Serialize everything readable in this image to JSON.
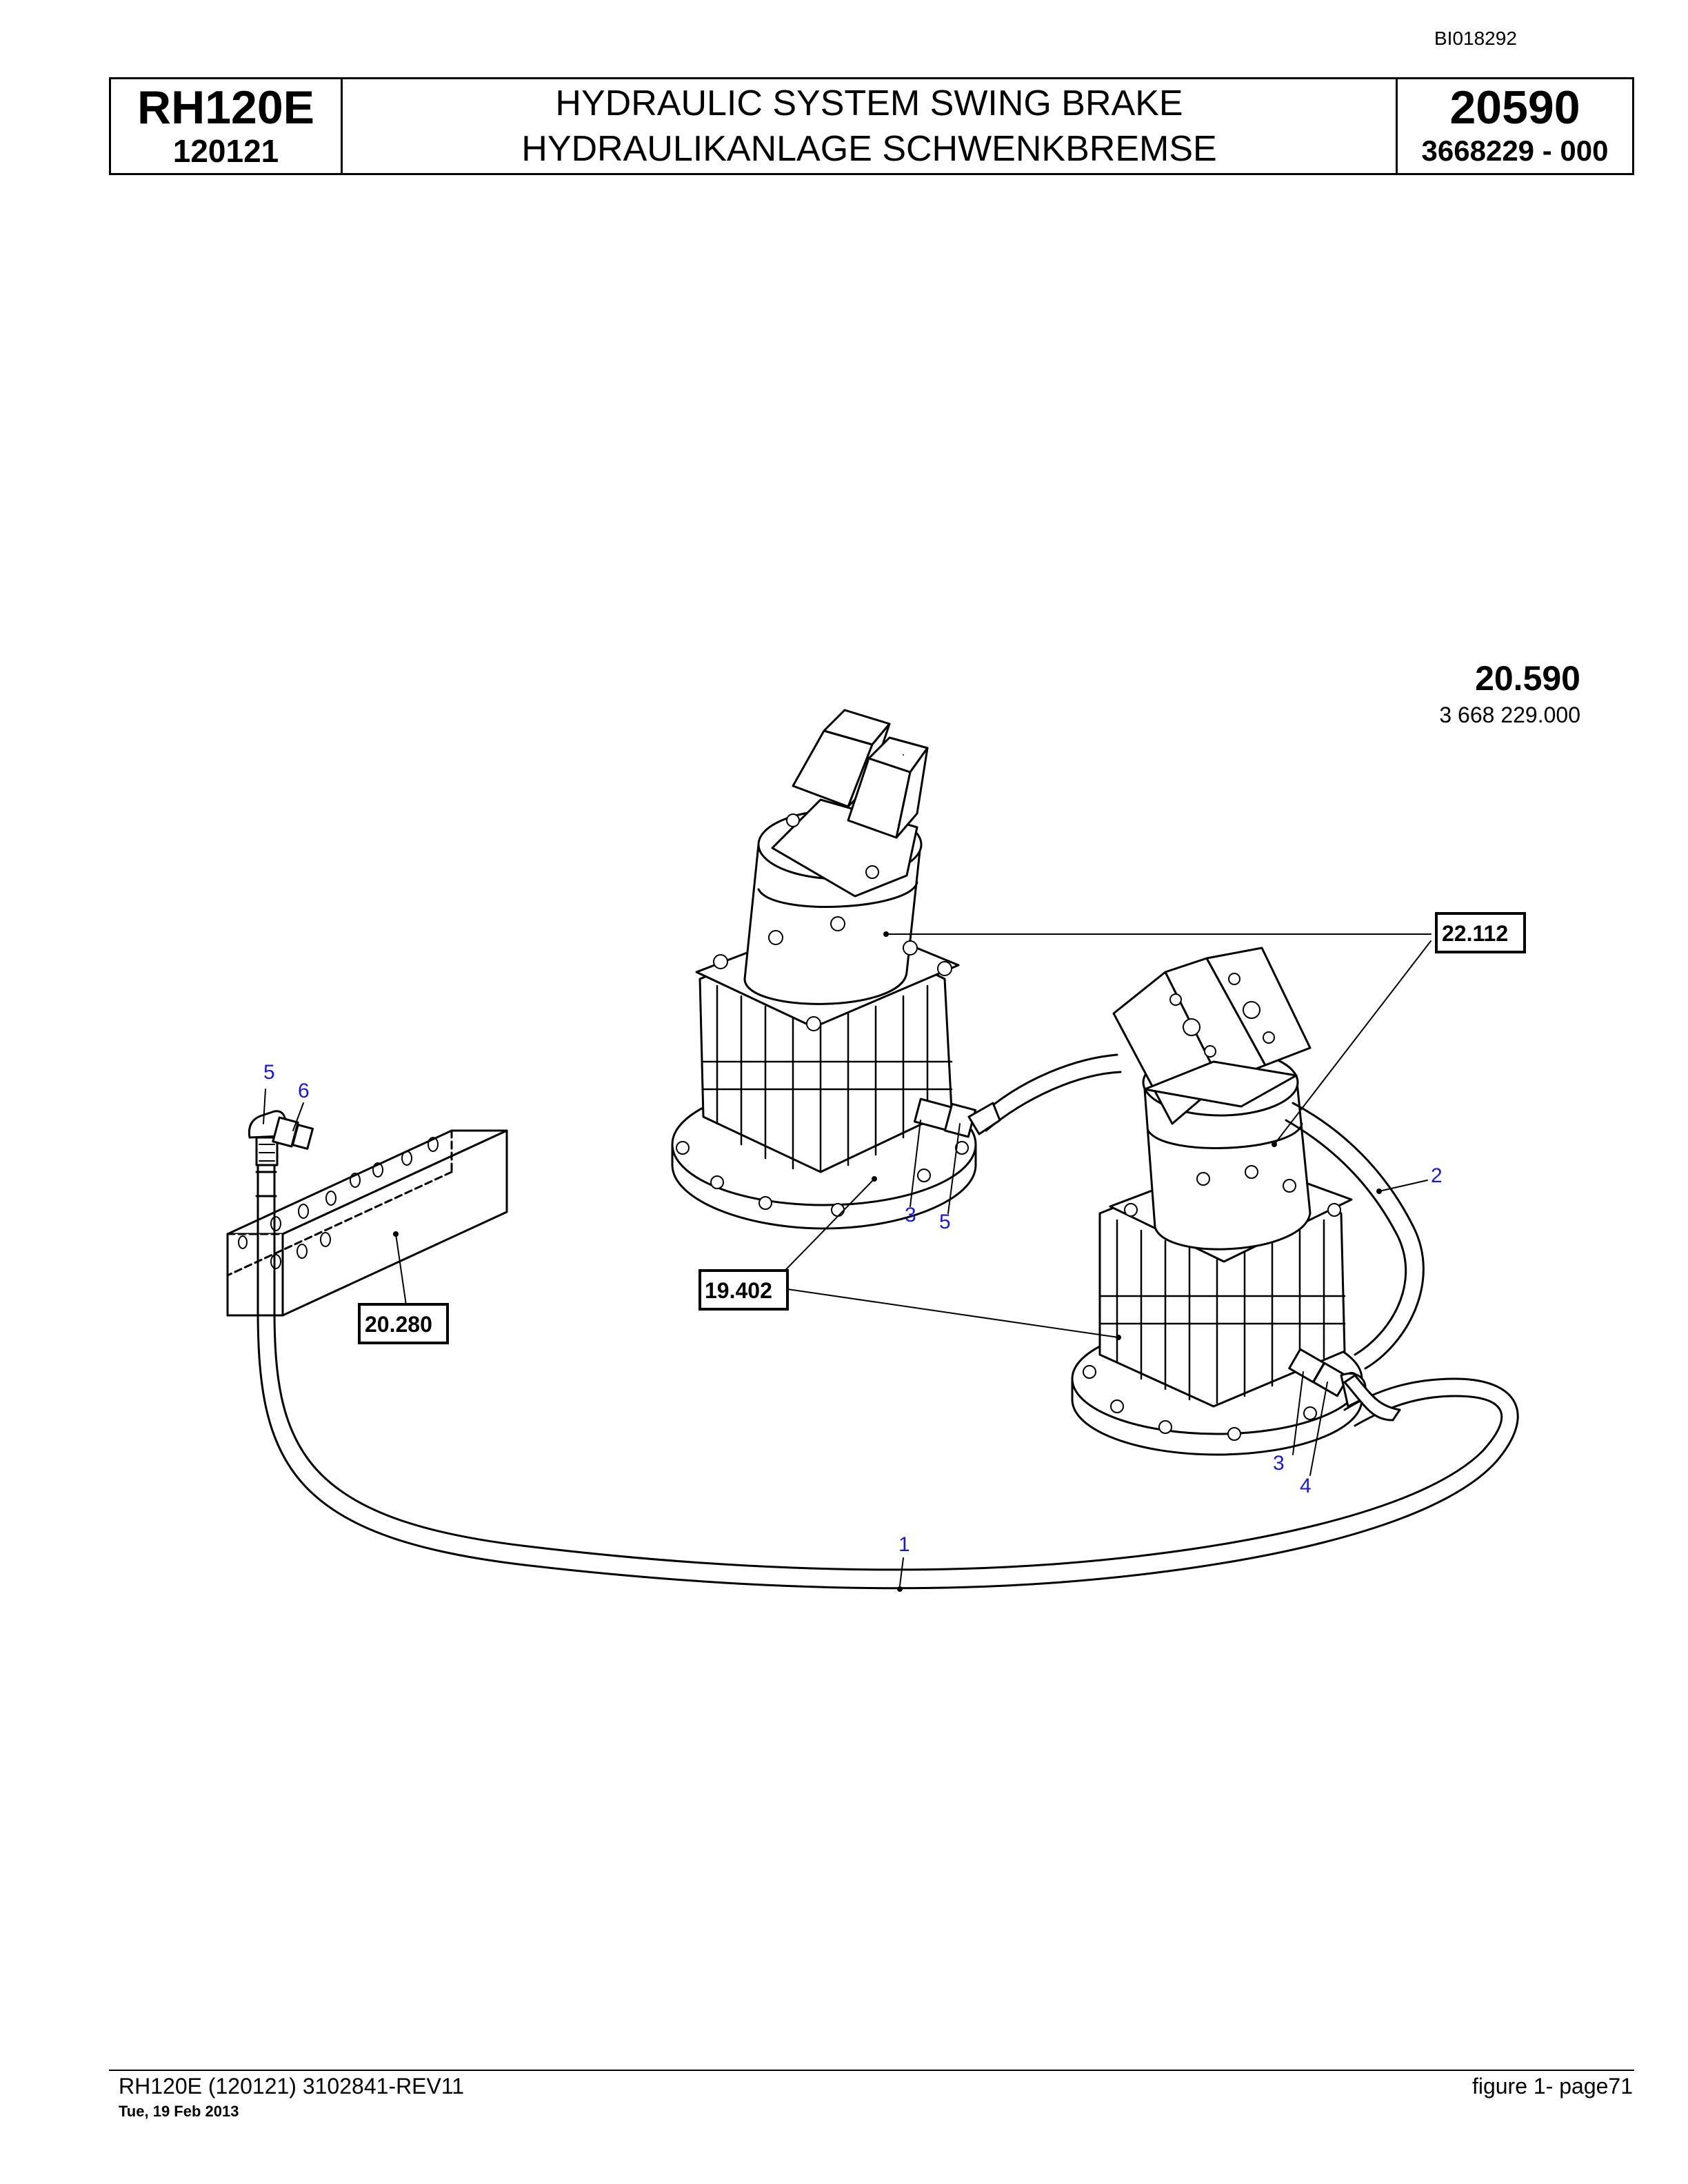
{
  "header": {
    "doc_id": "BI018292",
    "model": "RH120E",
    "serial": "120121",
    "title_en": "HYDRAULIC SYSTEM SWING BRAKE",
    "title_de": "HYDRAULIKANLAGE SCHWENKBREMSE",
    "figure_number": "20590",
    "part_number": "3668229  - 000"
  },
  "sheet_ref": {
    "number": "20.590",
    "sub": "3 668 229.000"
  },
  "callouts": {
    "c1": "1",
    "c2": "2",
    "c3a": "3",
    "c3b": "3",
    "c4": "4",
    "c5a": "5",
    "c5b": "5",
    "c6": "6"
  },
  "ref_boxes": {
    "r22112": "22.112",
    "r19402": "19.402",
    "r20280": "20.280"
  },
  "footer": {
    "left": "RH120E (120121) 3102841-REV11",
    "date": "Tue, 19 Feb 2013",
    "right": "figure  1- page71"
  }
}
